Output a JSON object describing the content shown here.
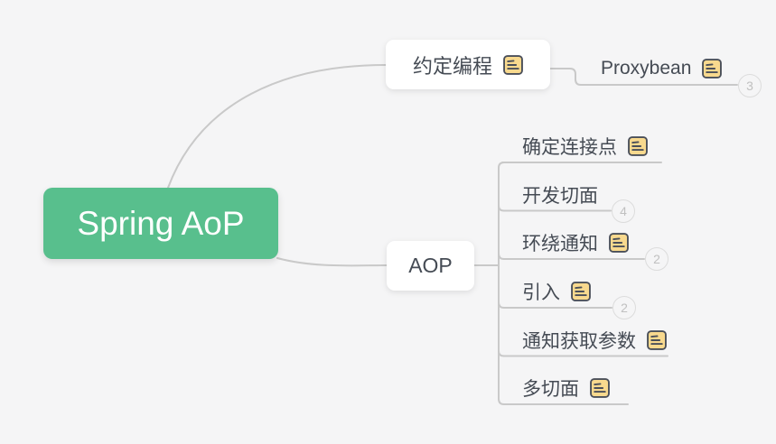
{
  "app": {
    "type": "mindmap",
    "background": "#f5f5f6"
  },
  "colors": {
    "root_fill": "#58BF8D",
    "root_text": "#ffffff",
    "topic_text": "#454B54",
    "connector": "#c9c9c9",
    "badge_border": "#dcdcdc",
    "badge_text": "#c0c0c0",
    "note_icon_fill": "#F8D98E",
    "note_icon_stroke": "#4A4F59"
  },
  "root": {
    "label": "Spring AoP"
  },
  "branches": [
    {
      "label": "约定编程",
      "has_note": true,
      "children": [
        {
          "label": "Proxybean",
          "has_note": true,
          "collapsed_count": "3"
        }
      ]
    },
    {
      "label": "AOP",
      "has_note": false,
      "children": [
        {
          "label": "确定连接点",
          "has_note": true
        },
        {
          "label": "开发切面",
          "has_note": false,
          "collapsed_count": "4"
        },
        {
          "label": "环绕通知",
          "has_note": true,
          "collapsed_count": "2"
        },
        {
          "label": "引入",
          "has_note": true,
          "collapsed_count": "2"
        },
        {
          "label": "通知获取参数",
          "has_note": true
        },
        {
          "label": "多切面",
          "has_note": true
        }
      ]
    }
  ]
}
